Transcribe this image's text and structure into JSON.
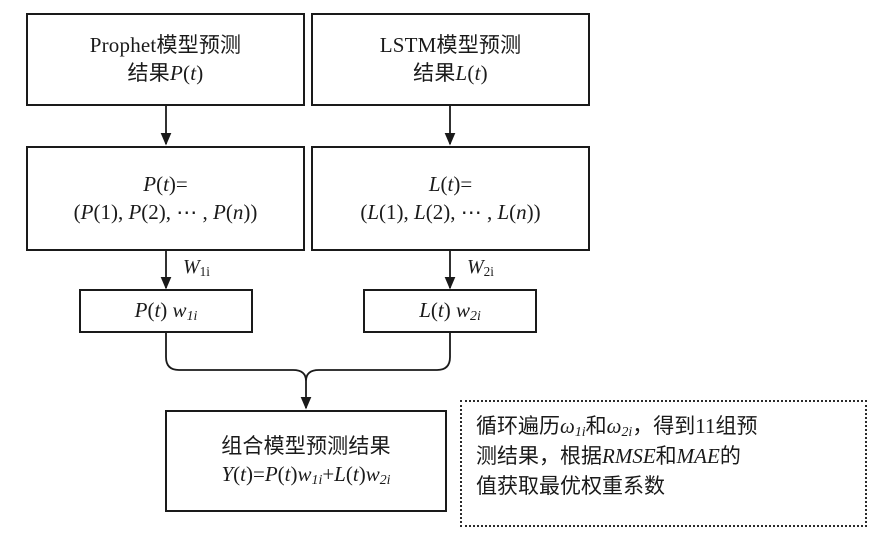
{
  "diagram": {
    "title": "Prophet-LSTM combined forecasting weight optimization flowchart",
    "stroke_color": "#1a1a1a",
    "background_color": "#ffffff",
    "nodes": {
      "prophet_source": {
        "line1": "Prophet模型预测",
        "line2_prefix": "结果",
        "line2_var": "P",
        "line2_suffix": "(t)"
      },
      "lstm_source": {
        "line1": "LSTM模型预测",
        "line2_prefix": "结果",
        "line2_var": "L",
        "line2_suffix": "(t)"
      },
      "prophet_vector": {
        "line1": "P(t)=",
        "line2": "(P(1), P(2), ⋯ , P(n))"
      },
      "lstm_vector": {
        "line1": "L(t)=",
        "line2": "(L(1), L(2), ⋯ , L(n))"
      },
      "prophet_weighted": {
        "text": "P(t) w1i"
      },
      "lstm_weighted": {
        "text": "L(t) w2i"
      },
      "combined_result": {
        "line1": "组合模型预测结果",
        "line2": "Y(t)=P(t)w1i+L(t)w2i"
      }
    },
    "edge_labels": {
      "left_weight": "W1i",
      "right_weight": "W2i"
    },
    "note": {
      "line1": "循环遍历ω1i和ω2i，得到11组预",
      "line2": "测结果，根据RMSE和MAE的",
      "line3": "值获取最优权重系数",
      "iteration_count": "11"
    }
  }
}
